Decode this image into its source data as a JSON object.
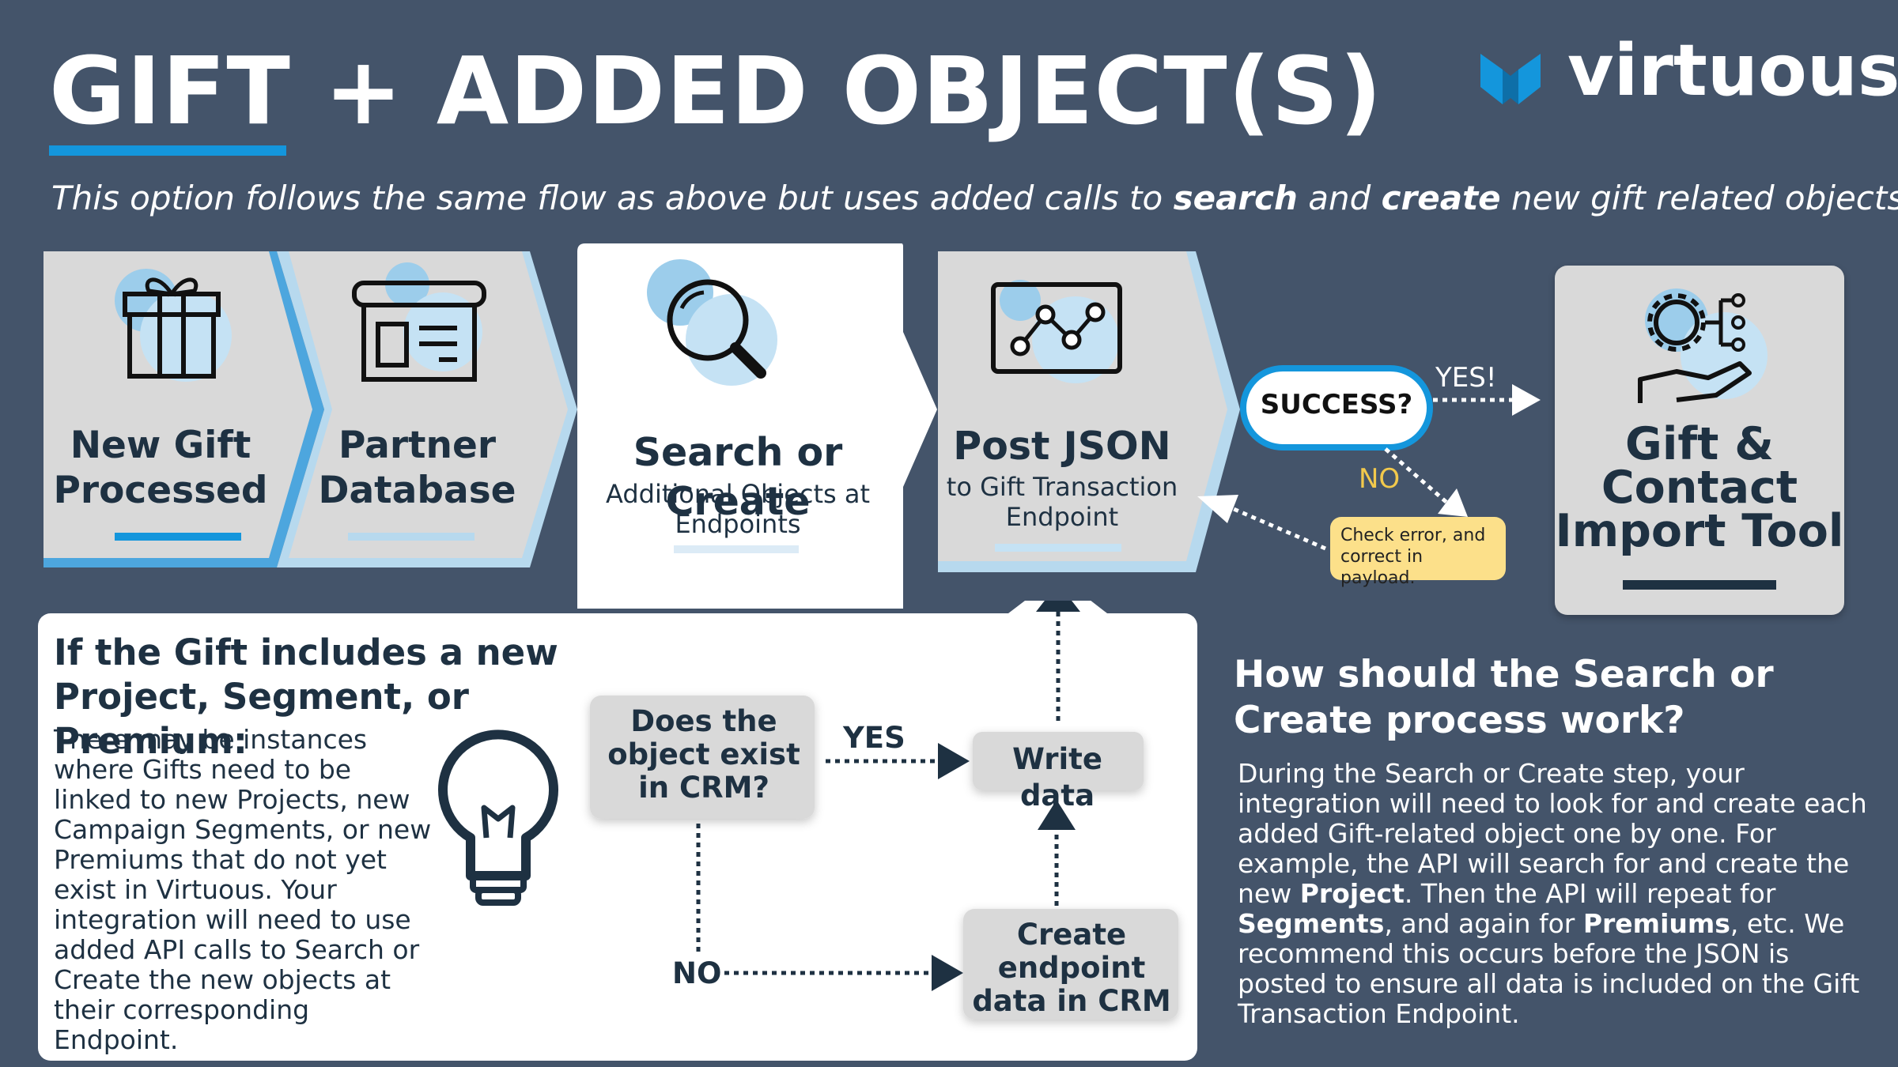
{
  "header": {
    "title": "GIFT + ADDED OBJECT(S)",
    "logo_text": "virtuous",
    "subtitle_pre": "This option follows the same flow as above but uses added calls to ",
    "subtitle_b1": "search",
    "subtitle_mid": " and ",
    "subtitle_b2": "create",
    "subtitle_post": " new gift related objects."
  },
  "flow": {
    "new_gift": "New Gift Processed",
    "partner_db": "Partner Database",
    "search_title": "Search or Create",
    "search_sub": "Additional Objects at Endpoints",
    "post_title": "Post JSON",
    "post_sub": "to Gift Transaction Endpoint",
    "success": "SUCCESS?",
    "yes": "YES!",
    "no": "NO",
    "check_note": "Check error, and correct in payload.",
    "import_tool": "Gift & Contact Import Tool"
  },
  "panel": {
    "heading": "If the Gift includes a new Project, Segment, or Premium:",
    "body": "There may be instances where Gifts need to be linked to new Projects, new Campaign Segments, or new Premiums that do not yet exist in Virtuous. Your integration will need to use added API calls to Search or Create the new objects at their corresponding Endpoint.",
    "question": "Does the object exist in CRM?",
    "yes": "YES",
    "no": "NO",
    "write": "Write data",
    "create": "Create endpoint data in CRM"
  },
  "how": {
    "heading": "How should the Search or Create process work?",
    "body_1": "During the Search or Create step, your integration will need to look for and create each added Gift-related object one by one. For example, the API will search for and create the new ",
    "b1": "Project",
    "body_2": ". Then the API will repeat for ",
    "b2": "Segments",
    "body_3": ", and again for ",
    "b3": "Premiums",
    "body_4": ", etc. We recommend this occurs before the JSON is posted to ensure all data is included on the Gift Transaction Endpoint."
  },
  "colors": {
    "background": "#44546A",
    "accent_blue": "#1496DC",
    "light_blue": "#B7D9EE",
    "card_gray": "#D9D9D9",
    "dark_navy": "#1E3142",
    "note_yellow": "#FCE08A"
  }
}
